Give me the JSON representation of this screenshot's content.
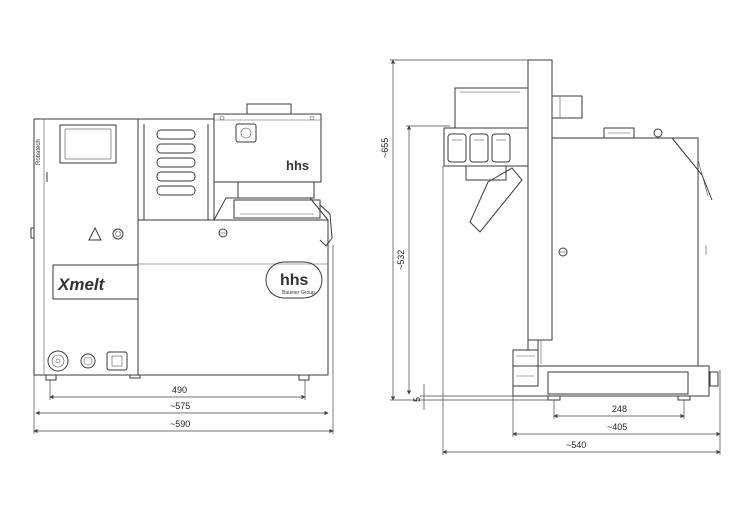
{
  "front_view": {
    "brand_label": "Xmelt",
    "panel_label": "Robatech",
    "logo_text": "hhs",
    "logo_subtext": "Baumer Group",
    "head_logo": "hhs",
    "warning_icon": "warning-triangle-icon",
    "dimensions": {
      "feet_spacing": "490",
      "body_width": "~575",
      "overall_width": "~590"
    }
  },
  "side_view": {
    "dimensions": {
      "overall_height": "~655",
      "body_height": "~532",
      "foot_height": "5",
      "feet_spacing": "248",
      "base_width": "~405",
      "overall_depth": "~540"
    }
  },
  "colors": {
    "line": "#3a3a3a",
    "background": "#ffffff"
  }
}
